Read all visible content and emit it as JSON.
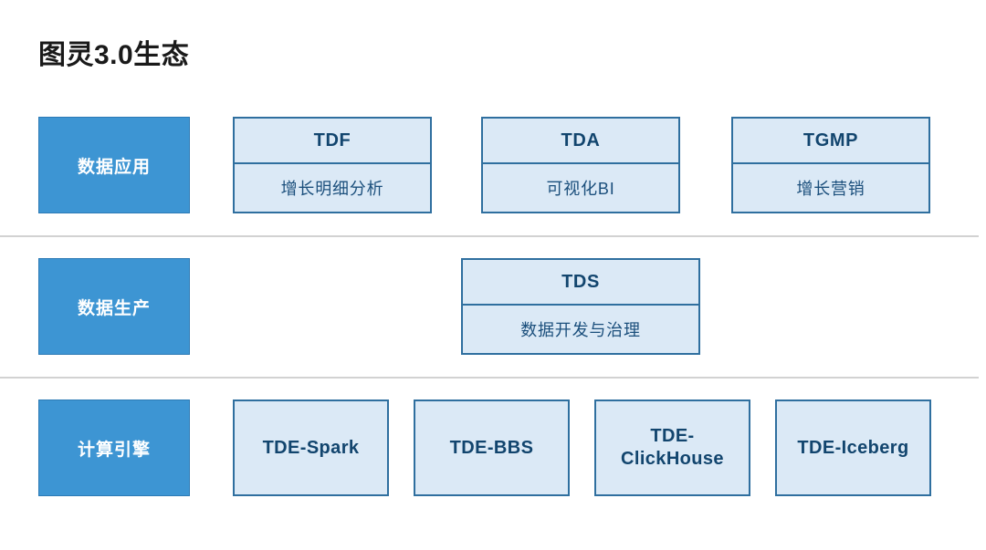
{
  "slide": {
    "title": "图灵3.0生态",
    "background_color": "#ffffff",
    "separator_color": "#d2d2d2",
    "accent_color": "#3d95d3",
    "card_fill_color": "#dbe9f6",
    "card_border_color": "#2f6f9f",
    "card_text_color": "#12456e"
  },
  "rows": [
    {
      "key": "data_application",
      "label": "数据应用",
      "cards": [
        {
          "title": "TDF",
          "subtitle": "增长明细分析"
        },
        {
          "title": "TDA",
          "subtitle": "可视化BI"
        },
        {
          "title": "TGMP",
          "subtitle": "增长营销"
        }
      ]
    },
    {
      "key": "data_production",
      "label": "数据生产",
      "cards": [
        {
          "title": "TDS",
          "subtitle": "数据开发与治理"
        }
      ]
    },
    {
      "key": "compute_engine",
      "label": "计算引擎",
      "cards": [
        {
          "title": "TDE-Spark"
        },
        {
          "title": "TDE-BBS"
        },
        {
          "title": "TDE-ClickHouse"
        },
        {
          "title": "TDE-Iceberg"
        }
      ]
    }
  ]
}
